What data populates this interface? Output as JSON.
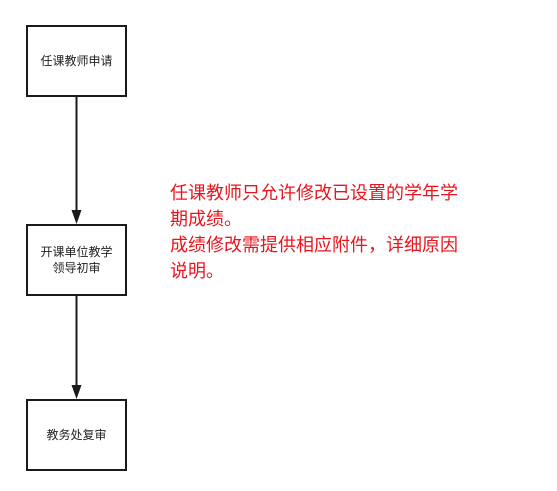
{
  "nodes": [
    {
      "label": "任课教师申请"
    },
    {
      "label": "开课单位教学\n领导初审"
    },
    {
      "label": "教务处复审"
    }
  ],
  "note": {
    "text": "任课教师只允许修改已设置的学年学\n期成绩。\n成绩修改需提供相应附件，详细原因\n说明。"
  },
  "colors": {
    "node_border": "#1a1a1a",
    "arrow": "#1a1a1a",
    "note_text": "#e8141e"
  }
}
